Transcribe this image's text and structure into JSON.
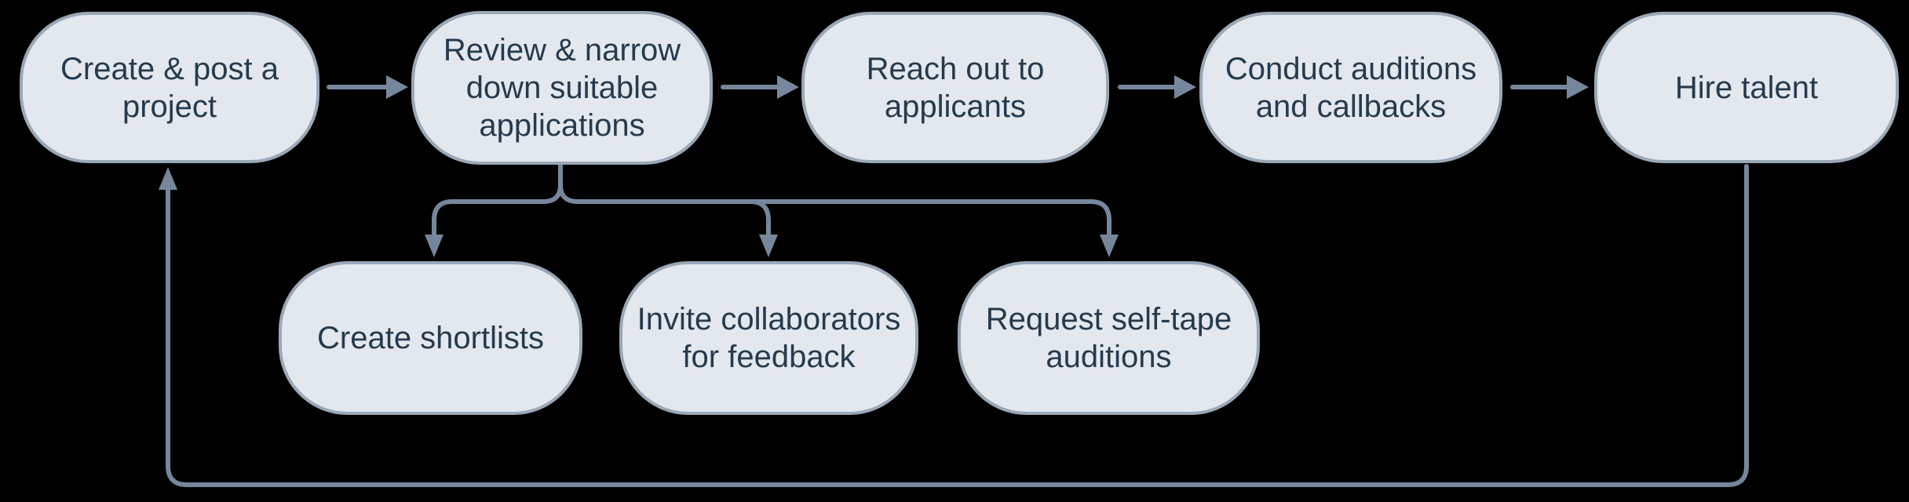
{
  "diagram": {
    "colors": {
      "background": "#000000",
      "node_fill": "#e3e8ee",
      "node_border": "#9aa8b6",
      "connector_color": "#76879b",
      "text_color": "#263a4c"
    },
    "main_flow": [
      {
        "id": "create-post-project",
        "label": [
          "Create & post a",
          "project"
        ]
      },
      {
        "id": "review-applications",
        "label": [
          "Review & narrow",
          "down suitable",
          "applications"
        ]
      },
      {
        "id": "reach-out-applicants",
        "label": [
          "Reach out to",
          "applicants"
        ]
      },
      {
        "id": "conduct-auditions",
        "label": [
          "Conduct auditions",
          "and callbacks"
        ]
      },
      {
        "id": "hire-talent",
        "label": [
          "Hire talent"
        ]
      }
    ],
    "sub_steps": [
      {
        "id": "create-shortlists",
        "label": [
          "Create shortlists"
        ]
      },
      {
        "id": "invite-collaborators",
        "label": [
          "Invite collaborators",
          "for feedback"
        ]
      },
      {
        "id": "request-self-tape",
        "label": [
          "Request self-tape",
          "auditions"
        ]
      }
    ],
    "edges": [
      {
        "from": "create-post-project",
        "to": "review-applications"
      },
      {
        "from": "review-applications",
        "to": "reach-out-applicants"
      },
      {
        "from": "reach-out-applicants",
        "to": "conduct-auditions"
      },
      {
        "from": "conduct-auditions",
        "to": "hire-talent"
      },
      {
        "from": "review-applications",
        "to": "create-shortlists"
      },
      {
        "from": "review-applications",
        "to": "invite-collaborators"
      },
      {
        "from": "review-applications",
        "to": "request-self-tape"
      },
      {
        "from": "hire-talent",
        "to": "create-post-project"
      }
    ]
  }
}
